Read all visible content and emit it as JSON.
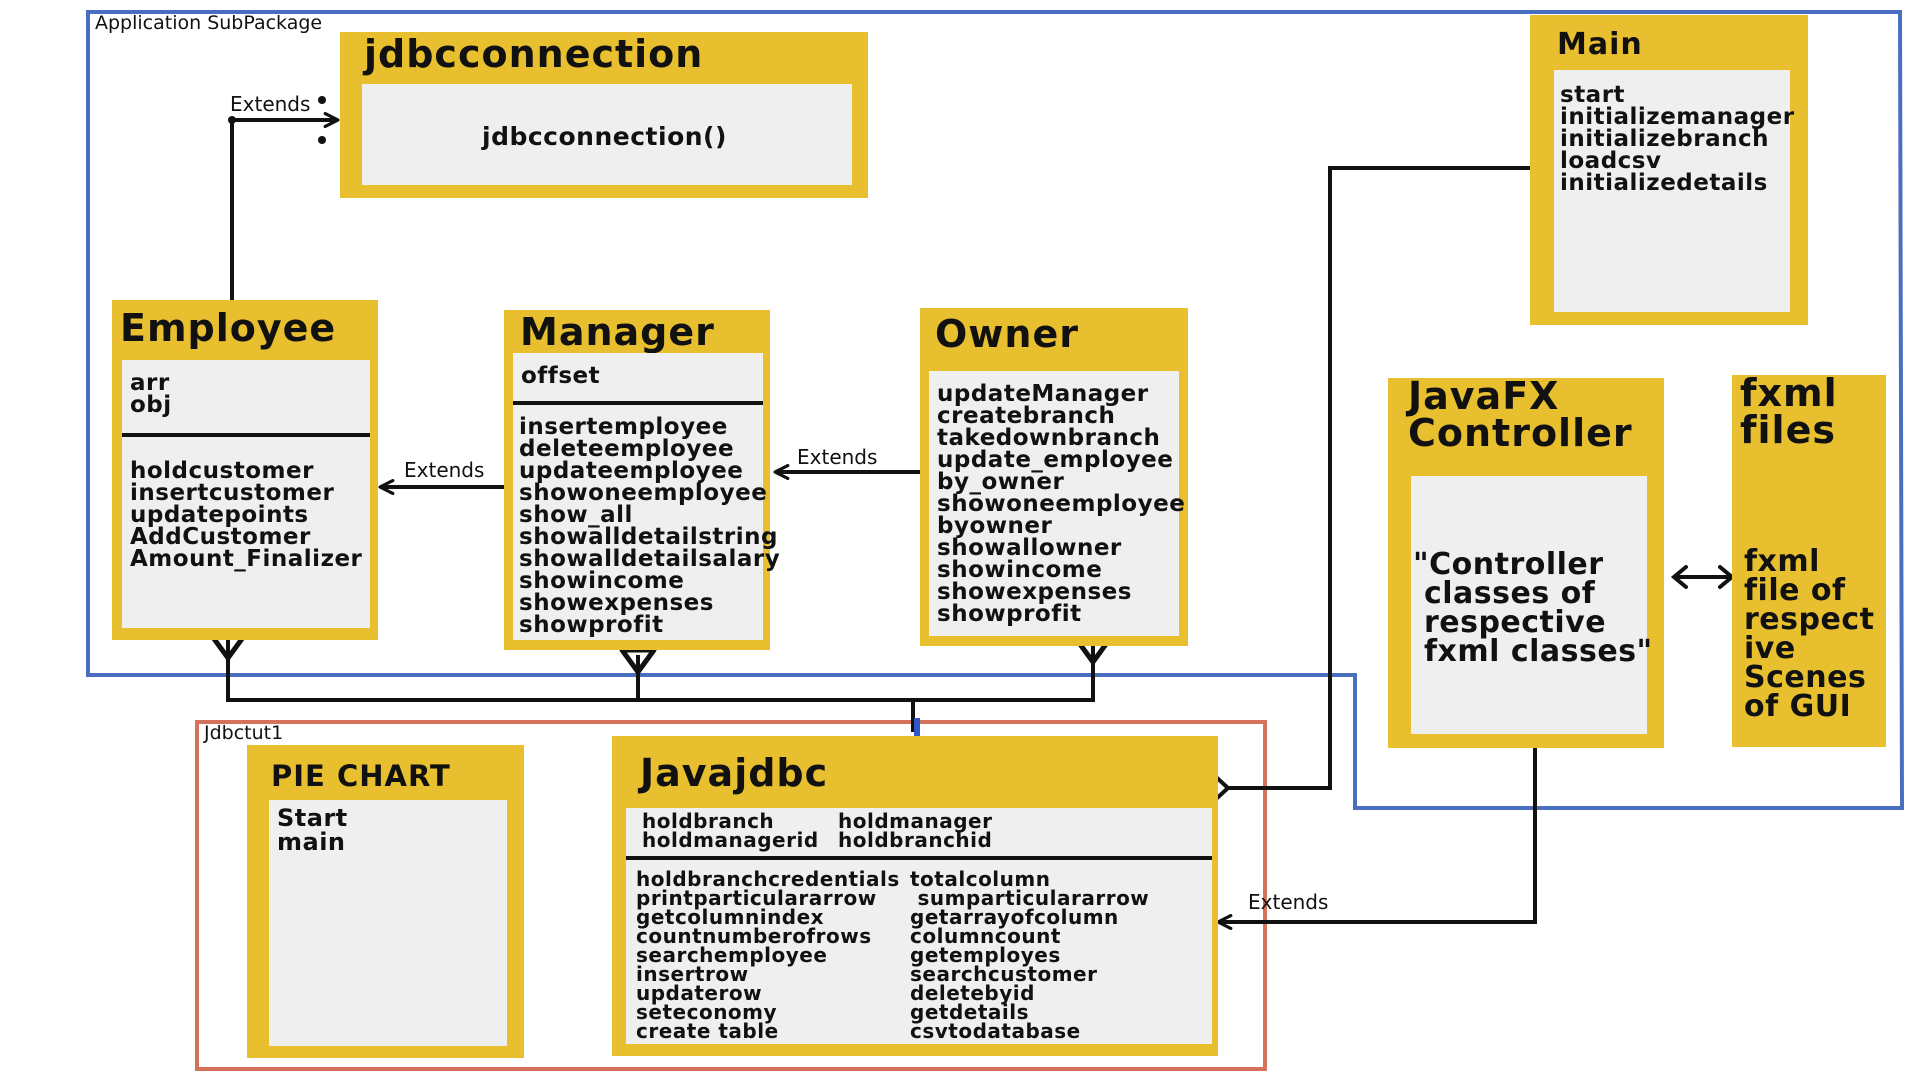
{
  "packages": {
    "application": "Application SubPackage",
    "jdbctut": "Jdbctut1"
  },
  "relation_labels": {
    "extends": "Extends"
  },
  "classes": {
    "jdbcconnection": {
      "title": "jdbcconnection",
      "methods": [
        "jdbcconnection()"
      ]
    },
    "employee": {
      "title": "Employee",
      "fields": [
        "arr",
        "obj"
      ],
      "methods": [
        "holdcustomer",
        "insertcustomer",
        "updatepoints",
        "AddCustomer",
        "Amount_Finalizer"
      ]
    },
    "manager": {
      "title": "Manager",
      "fields": [
        "offset"
      ],
      "methods": [
        "insertemployee",
        "deleteemployee",
        "updateemployee",
        "showoneemployee",
        "show_all",
        "showalldetailstring",
        "showalldetailsalary",
        "showincome",
        "showexpenses",
        "showprofit"
      ]
    },
    "owner": {
      "title": "Owner",
      "methods": [
        "updateManager",
        "createbranch",
        "takedownbranch",
        "update_employee",
        "by_owner",
        "showoneemployee",
        "byowner",
        "showallowner",
        "showincome",
        "showexpenses",
        "showprofit"
      ]
    },
    "main": {
      "title": "Main",
      "methods": [
        "start",
        "initializemanager",
        "initializebranch",
        "loadcsv",
        "initializedetails"
      ]
    },
    "javafx": {
      "title_lines": [
        "JavaFX",
        "Controller"
      ],
      "body_lines": [
        "\"Controller",
        " classes of",
        " respective",
        " fxml classes\""
      ]
    },
    "fxml": {
      "title_lines": [
        "fxml",
        "files"
      ],
      "body_lines": [
        "fxml",
        "file of",
        "respect",
        "ive",
        "Scenes",
        "of GUI"
      ]
    },
    "piechart": {
      "title": "PIE CHART",
      "methods": [
        "Start",
        "main"
      ]
    },
    "javajdbc": {
      "title": "Javajdbc",
      "fields_left": [
        "holdbranch",
        "holdmanagerid"
      ],
      "fields_right": [
        "holdmanager",
        "holdbranchid"
      ],
      "methods_left": [
        "holdbranchcredentials",
        "printparticulararrow",
        "getcolumnindex",
        "countnumberofrows",
        "searchemployee",
        "insertrow",
        "updaterow",
        "seteconomy",
        "create table"
      ],
      "methods_right": [
        "totalcolumn",
        " sumparticulararrow",
        "getarrayofcolumn",
        "columncount",
        "getemployes",
        "searchcustomer",
        "deletebyid",
        "getdetails",
        "csvtodatabase"
      ]
    }
  },
  "colors": {
    "class_box": "#e7bf2f",
    "class_panel": "#efefef",
    "application_border": "#4a6ebf",
    "jdbctut_border": "#d4725a"
  }
}
